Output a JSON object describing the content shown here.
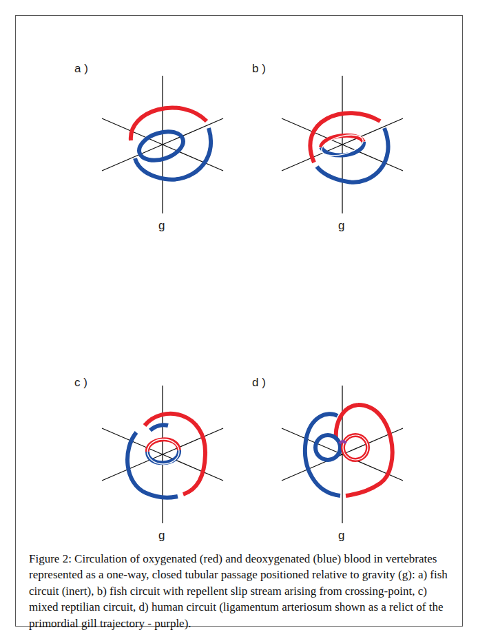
{
  "diagram": {
    "caption": "Figure 2: Circulation of oxygenated (red) and deoxygenated (blue) blood in vertebrates represented as a one-way, closed tubular passage positioned relative to gravity (g): a) fish circuit (inert), b) fish circuit with repellent slip stream arising from crossing-point, c) mixed reptilian circuit, d) human circuit (ligamentum arteriosum shown as a relict of the primordial gill trajectory - purple).",
    "labels": [
      "a )",
      "b )",
      "g",
      "g",
      "c )",
      "d )",
      "g",
      "g"
    ]
  }
}
